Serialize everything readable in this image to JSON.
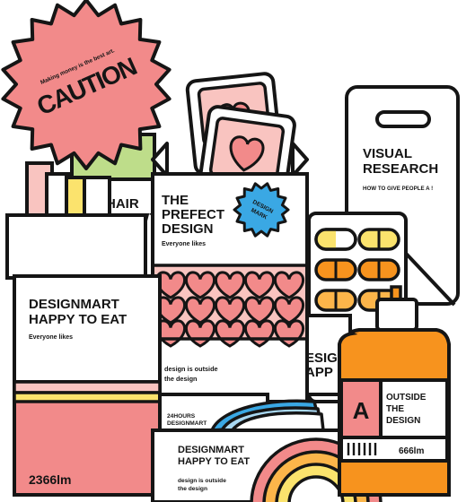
{
  "colors": {
    "ink": "#151515",
    "pink": "#f28a8a",
    "pink_light": "#f9c4c0",
    "orange": "#f7931e",
    "orange_light": "#fcb54a",
    "yellow": "#fbe36d",
    "green": "#bedd8a",
    "blue": "#3aa8e4",
    "paper": "#ffffff"
  },
  "caution_sticker": {
    "tagline": "Making money is the best art.",
    "headline": "CAUTION"
  },
  "left_box": {
    "title_line1": "DESIGNMART",
    "title_line2": "HAPPY TO EAT",
    "subtitle": "Everyone likes",
    "lumen": "2366lm"
  },
  "back_box": {
    "title_line1": "HAIR",
    "title_line2": "GROWT"
  },
  "center_box": {
    "title_line1": "THE",
    "title_line2": "PREFECT",
    "title_line3": "DESIGN",
    "subtitle": "Everyone likes",
    "footer_line1": "design is outside",
    "footer_line2": "the design",
    "badge_line1": "DESIGN",
    "badge_line2": "MARK"
  },
  "small_card": {
    "line1": "24HOURS",
    "line2": "DESIGNMART"
  },
  "bottom_box": {
    "title_line1": "DESIGNMART",
    "title_line2": "HAPPY TO EAT",
    "footer_line1": "design is outside",
    "footer_line2": "the design"
  },
  "hang_tag": {
    "title_line1": "VISUAL",
    "title_line2": "RESEARCH",
    "subtitle": "HOW TO GIVE PEOPLE A !"
  },
  "mid_box": {
    "title_line1": "ESIG",
    "title_line2": "APP"
  },
  "bottle": {
    "letter": "A",
    "label_line1": "OUTSIDE",
    "label_line2": "THE",
    "label_line3": "DESIGN",
    "lumen": "666lm"
  }
}
